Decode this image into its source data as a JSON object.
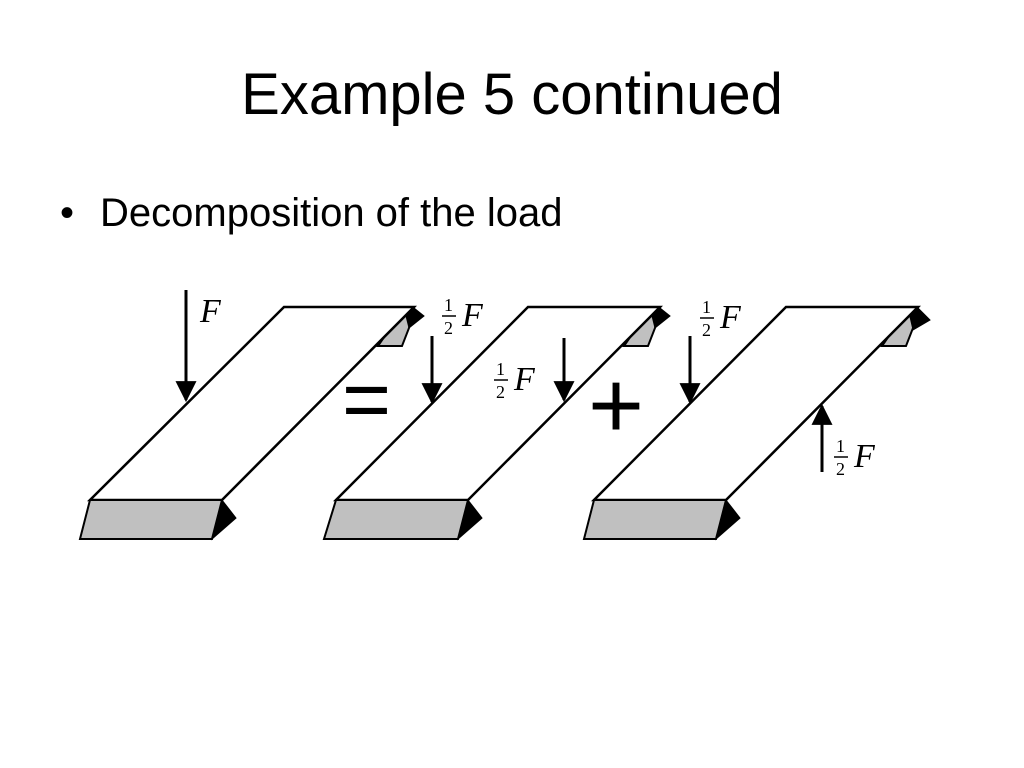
{
  "slide": {
    "title": "Example 5 continued",
    "bullet_marker": "•",
    "bullet_text": "Decomposition of the load"
  },
  "diagram": {
    "equals_sign": "=",
    "plus_sign": "+",
    "panel_1": {
      "force_label": "F"
    },
    "panel_2": {
      "force_a": {
        "numerator": "1",
        "denominator": "2",
        "symbol": "F"
      },
      "force_b": {
        "numerator": "1",
        "denominator": "2",
        "symbol": "F"
      }
    },
    "panel_3": {
      "force_down": {
        "numerator": "1",
        "denominator": "2",
        "symbol": "F"
      },
      "force_up": {
        "numerator": "1",
        "denominator": "2",
        "symbol": "F"
      }
    },
    "colors": {
      "support_fill": "#c0c0c0",
      "plate_fill": "#ffffff",
      "stroke": "#000000"
    }
  }
}
